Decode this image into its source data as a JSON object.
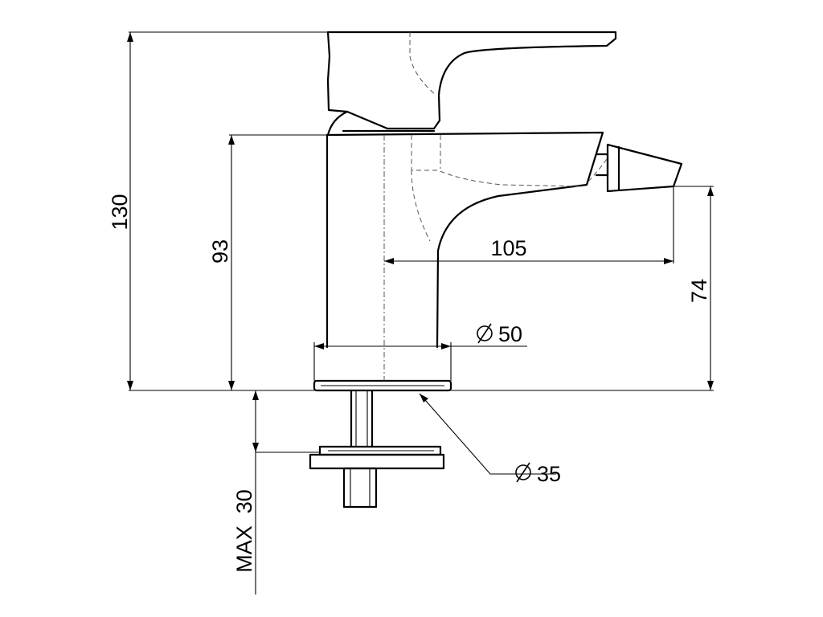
{
  "drawing": {
    "dimensions": {
      "overall_height": "130",
      "spout_base_height": "93",
      "outlet_height": "74",
      "projection": "105",
      "base_diameter": "50",
      "stem_diameter": "35",
      "max_thickness": "MAX  30"
    },
    "diameter_symbol": "∅"
  }
}
